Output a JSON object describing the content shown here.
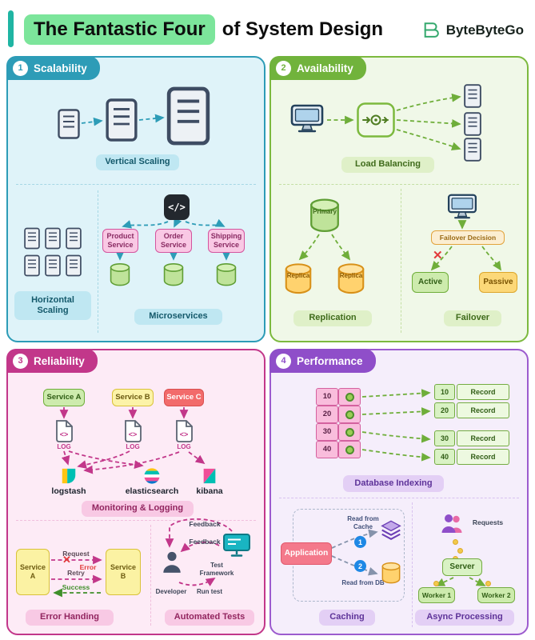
{
  "header": {
    "title_highlight": "The Fantastic Four",
    "title_rest": "of System Design",
    "brand": "ByteByteGo"
  },
  "q1": {
    "num": "1",
    "title": "Scalability",
    "vertical_label": "Vertical Scaling",
    "horizontal_label": "Horizontal Scaling",
    "micro_label": "Microservices",
    "code_icon": "</>",
    "services": [
      {
        "label": "Product Service"
      },
      {
        "label": "Order Service"
      },
      {
        "label": "Shipping Service"
      }
    ]
  },
  "q2": {
    "num": "2",
    "title": "Availability",
    "lb_label": "Load Balancing",
    "replication_label": "Replication",
    "failover_label": "Failover",
    "primary": "Primary",
    "replica1": "Replica",
    "replica2": "Replica",
    "decision": "Failover Decision",
    "cross": "✕",
    "active": "Active",
    "passive": "Passive"
  },
  "q3": {
    "num": "3",
    "title": "Reliability",
    "monitoring_label": "Monitoring & Logging",
    "log_label": "LOG",
    "services": [
      {
        "label": "Service A"
      },
      {
        "label": "Service B"
      },
      {
        "label": "Service C"
      }
    ],
    "tools": [
      {
        "name": "logstash"
      },
      {
        "name": "elasticsearch"
      },
      {
        "name": "kibana"
      }
    ],
    "error": {
      "label": "Error Handing",
      "service_a": "Service A",
      "service_b": "Service B",
      "request": "Request",
      "error": "Error",
      "cross": "✕",
      "retry": "Retry",
      "success": "Success"
    },
    "tests": {
      "label": "Automated Tests",
      "feedback1": "Feedback",
      "feedback2": "Feedback",
      "framework": "Test Framework",
      "developer": "Developer",
      "run_test": "Run test"
    }
  },
  "q4": {
    "num": "4",
    "title": "Performance",
    "indexing_label": "Database Indexing",
    "index_rows": [
      {
        "key": "10"
      },
      {
        "key": "20"
      },
      {
        "key": "30"
      },
      {
        "key": "40"
      }
    ],
    "records": [
      {
        "key": "10",
        "label": "Record"
      },
      {
        "key": "20",
        "label": "Record"
      },
      {
        "key": "30",
        "label": "Record"
      },
      {
        "key": "40",
        "label": "Record"
      }
    ],
    "caching": {
      "label": "Caching",
      "application": "Application",
      "read_cache": "Read from Cache",
      "step1": "1",
      "read_db": "Read from DB",
      "step2": "2"
    },
    "async": {
      "label": "Async Processing",
      "requests": "Requests",
      "server": "Server",
      "worker1": "Worker 1",
      "worker2": "Worker 2"
    }
  }
}
